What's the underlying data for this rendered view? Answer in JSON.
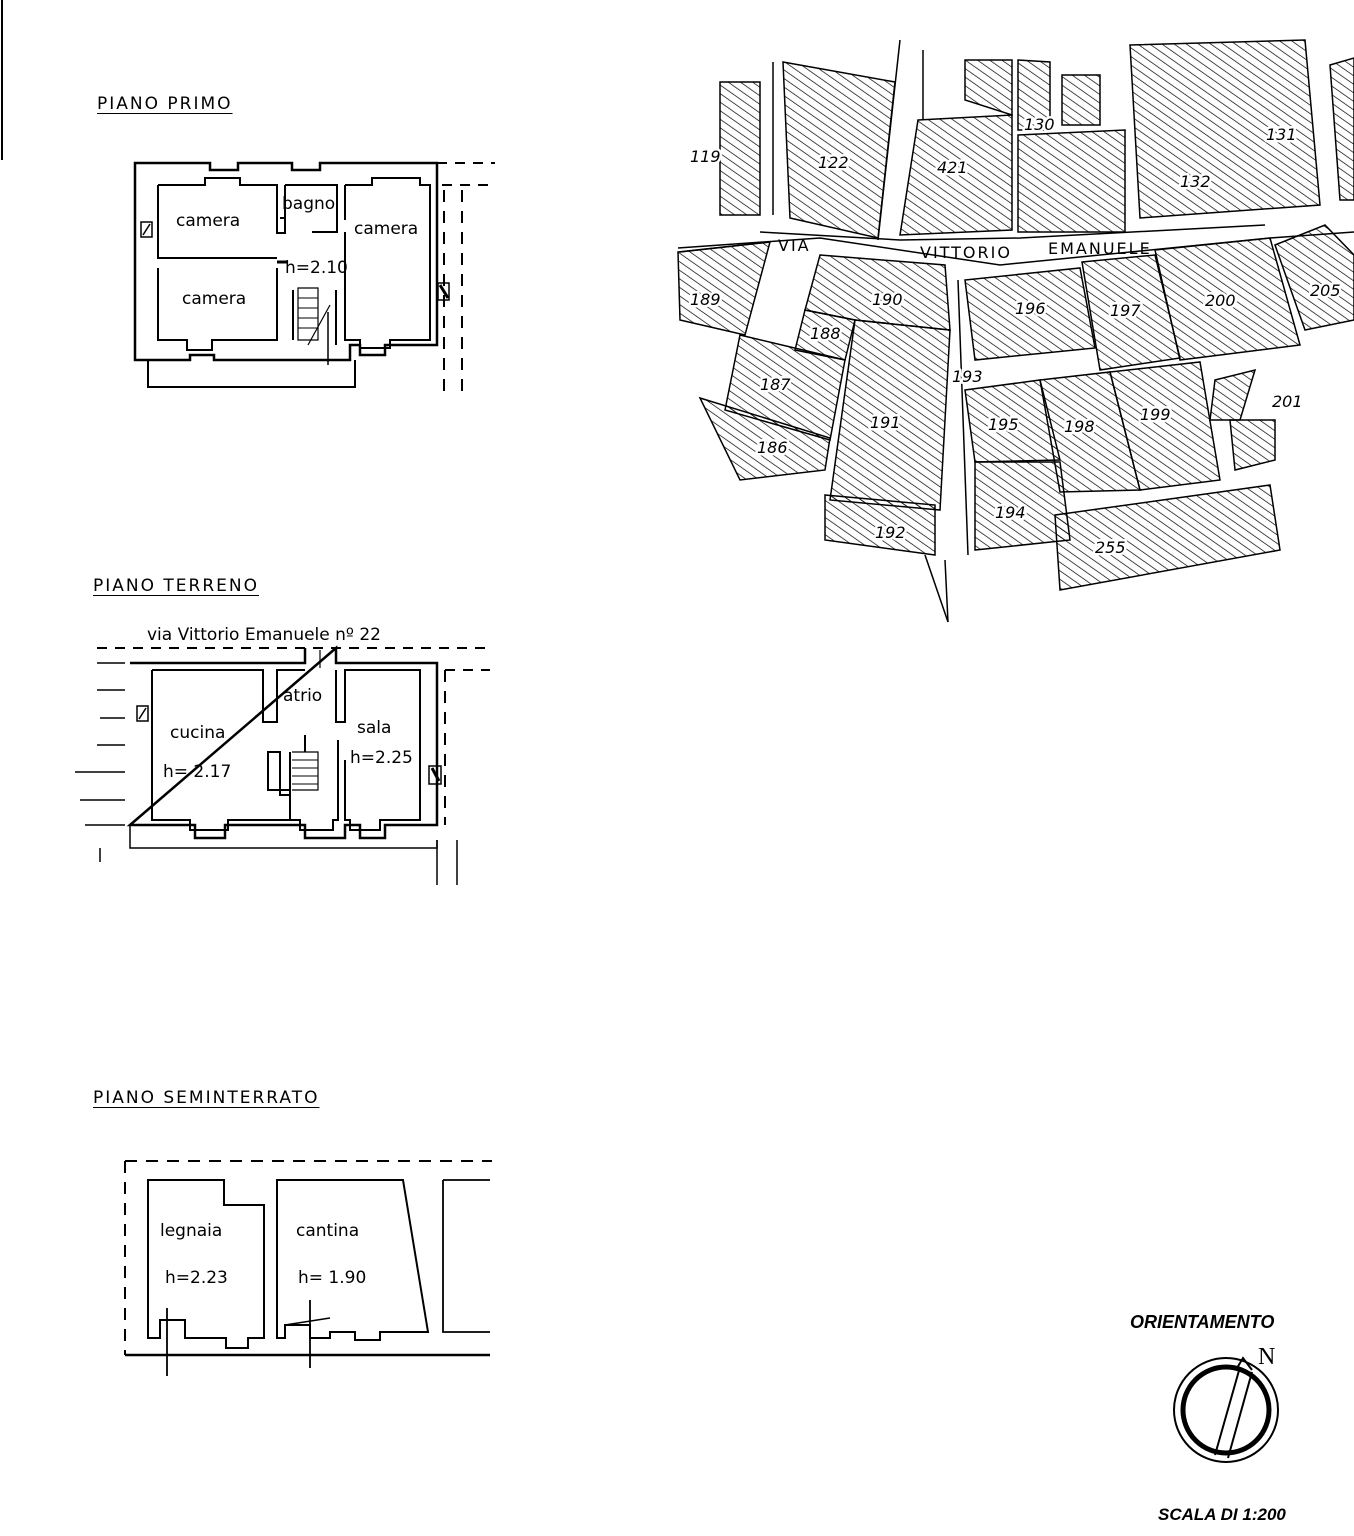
{
  "plans": {
    "first": {
      "title": "PIANO PRIMO",
      "rooms": [
        "camera",
        "bagno",
        "camera",
        "camera"
      ],
      "height": "h=2.10"
    },
    "ground": {
      "title": "PIANO TERRENO",
      "street": "via Vittorio Emanuele  nº 22",
      "rooms": [
        "atrio",
        "cucina",
        "sala"
      ],
      "heights": [
        "h= 2.17",
        "h=2.25"
      ]
    },
    "basement": {
      "title": "PIANO SEMINTERRATO",
      "rooms": [
        "legnaia",
        "cantina"
      ],
      "heights": [
        "h=2.23",
        "h= 1.90"
      ]
    }
  },
  "map": {
    "street": [
      "VIA",
      "VITTORIO",
      "EMANUELE"
    ],
    "parcels": [
      "119",
      "122",
      "421",
      "130",
      "132",
      "131",
      "189",
      "190",
      "196",
      "197",
      "200",
      "205",
      "188",
      "187",
      "193",
      "201",
      "186",
      "191",
      "195",
      "198",
      "199",
      "194",
      "255",
      "192"
    ]
  },
  "orientation": {
    "title": "ORIENTAMENTO",
    "north": "N",
    "scale": "SCALA DI 1:200"
  }
}
